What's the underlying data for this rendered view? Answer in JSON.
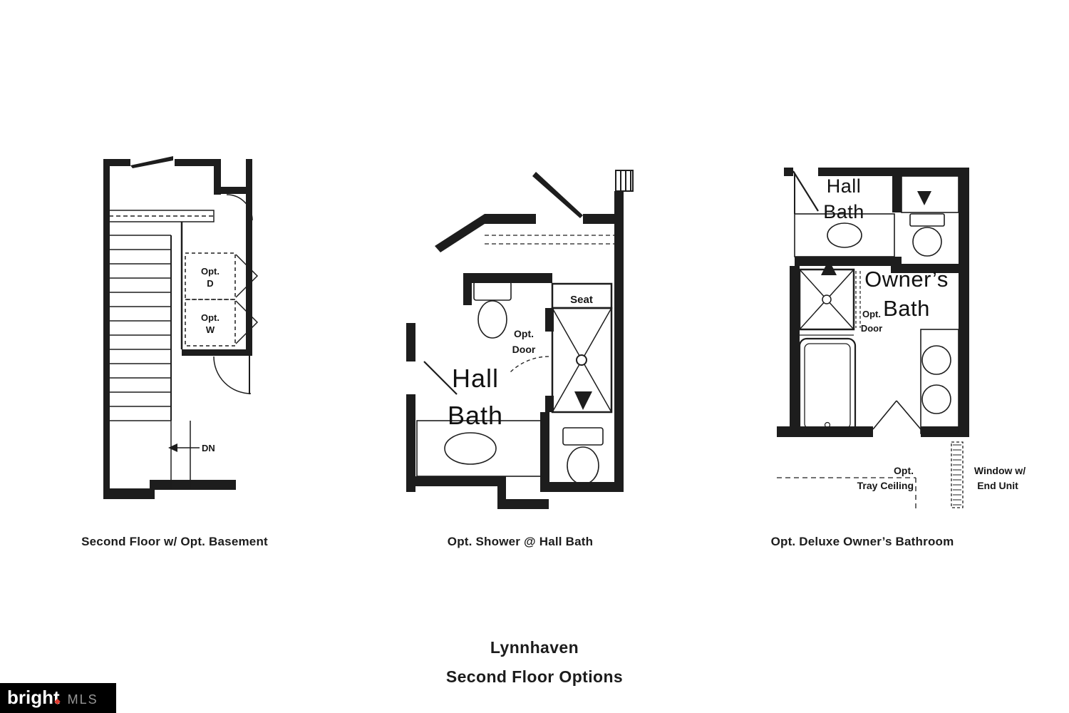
{
  "title": {
    "line1": "Lynnhaven",
    "line2": "Second Floor Options"
  },
  "captions": {
    "c1": "Second Floor w/ Opt. Basement",
    "c2": "Opt. Shower @ Hall Bath",
    "c3": "Opt. Deluxe Owner’s Bathroom"
  },
  "plan1": {
    "d1": "Opt.",
    "d2": "D",
    "w1": "Opt.",
    "w2": "W",
    "dn": "DN"
  },
  "plan2": {
    "seat": "Seat",
    "opt1": "Opt.",
    "opt2": "Door",
    "room1": "Hall",
    "room2": "Bath"
  },
  "plan3": {
    "hall1": "Hall",
    "hall2": "Bath",
    "own1": "Owner’s",
    "own2": "Bath",
    "door1": "Opt.",
    "door2": "Door",
    "tray1": "Opt.",
    "tray2": "Tray Ceiling",
    "win1": "Window w/",
    "win2": "End Unit"
  },
  "logo": {
    "brand": "bright",
    "suffix": "MLS"
  },
  "fixtures": [
    "stairs",
    "toilet",
    "vanity-sink",
    "shower",
    "bathtub",
    "door-swing",
    "bifold-door",
    "window",
    "vent-chase"
  ],
  "colors": {
    "ink": "#1d1d1d",
    "background": "#ffffff",
    "logo_bg": "#000000",
    "logo_accent": "#e03c31",
    "logo_mls_gray": "#969696"
  }
}
